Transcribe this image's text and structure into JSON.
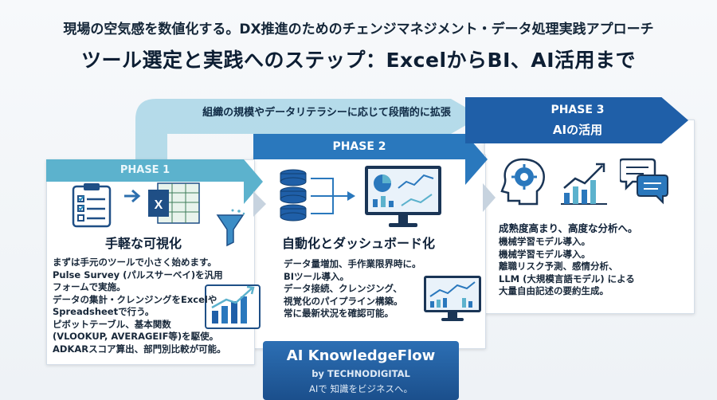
{
  "header": {
    "subtitle": "現場の空気感を数値化する。DX推進のためのチェンジマネジメント・データ処理実践アプローチ",
    "title": "ツール選定と実践へのステップ：ExcelからBI、AI活用まで"
  },
  "banner": {
    "label": "組織の規模やデータリテラシーに応じて段階的に拡張"
  },
  "phases": [
    {
      "tab": "PHASE 1",
      "heading": "手軽な可視化",
      "body": [
        "まずは手元のツールで小さく始めます。",
        "Pulse Survey (パルスサーベイ)を汎用",
        "フォームで実施。",
        "データの集計・クレンジングをExcelや",
        "Spreadsheetで行う。",
        "ピボットテーブル、基本関数",
        "(VLOOKUP, AVERAGEIF等)を駆使。",
        "ADKARスコア算出、部門別比較が可能。"
      ]
    },
    {
      "tab": "PHASE 2",
      "heading": "自動化とダッシュボード化",
      "body": [
        "データ量増加、手作業限界時に。",
        "BIツール導入。",
        "データ接続、クレンジング、",
        "視覚化のパイプライン構築。",
        "常に最新状況を確認可能。"
      ]
    },
    {
      "tab": "PHASE 3",
      "tab_sub": "AIの活用",
      "heading": "成熟度高まり、高度な分析へ。",
      "body": [
        "機械学習モデル導入。",
        "機械学習モデル導入。",
        "離職リスク予測、感情分析、",
        "LLM (大規模言語モデル) による",
        "大量自由記述の要約生成。"
      ]
    }
  ],
  "brand": {
    "name": "AI KnowledgeFlow",
    "by": "by TECHNODIGITAL",
    "tagline": "AIで 知識をビジネスへ。"
  },
  "colors": {
    "phase1": "#5cb2cd",
    "phase2": "#2a78bd",
    "phase3": "#1f5fa8",
    "banner": "#a9d6e6",
    "brand": "#1f5a9a"
  },
  "icons": {
    "phase1": [
      "checklist-clipboard-icon",
      "excel-spreadsheet-icon",
      "filter-funnel-icon",
      "rising-bar-chart-icon"
    ],
    "phase2": [
      "database-stack-icon",
      "dashboard-monitor-icon",
      "analytics-monitor-icon"
    ],
    "phase3": [
      "ai-brain-head-icon",
      "trend-chart-icon",
      "speech-bubbles-icon"
    ]
  }
}
